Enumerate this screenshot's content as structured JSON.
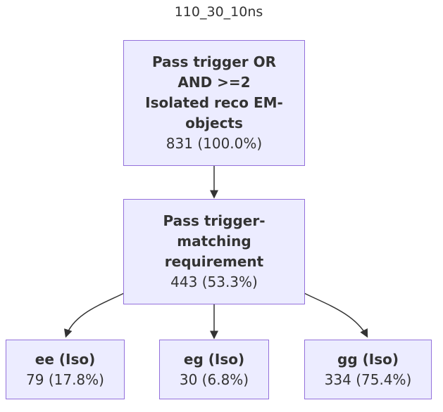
{
  "title": "110_30_10ns",
  "diagram_type": "flowchart",
  "colors": {
    "background": "#ffffff",
    "node_fill": "#ECECFF",
    "node_border": "#9370DB",
    "text": "#333333",
    "edge": "#333333"
  },
  "nodes": {
    "root": {
      "label_lines": [
        "Pass trigger OR",
        "AND >=2",
        "Isolated reco EM-",
        "objects"
      ],
      "label": "Pass trigger OR AND >=2 Isolated reco EM-objects",
      "count": "831 (100.0%)"
    },
    "matching": {
      "label_lines": [
        "Pass trigger-",
        "matching",
        "requirement"
      ],
      "label": "Pass trigger-matching requirement",
      "count": "443 (53.3%)"
    },
    "ee": {
      "label_lines": [
        "ee (Iso)"
      ],
      "label": "ee (Iso)",
      "count": "79 (17.8%)"
    },
    "eg": {
      "label_lines": [
        "eg (Iso)"
      ],
      "label": "eg (Iso)",
      "count": "30 (6.8%)"
    },
    "gg": {
      "label_lines": [
        "gg (Iso)"
      ],
      "label": "gg (Iso)",
      "count": "334 (75.4%)"
    }
  },
  "edges": [
    {
      "from": "root",
      "to": "matching"
    },
    {
      "from": "matching",
      "to": "ee"
    },
    {
      "from": "matching",
      "to": "eg"
    },
    {
      "from": "matching",
      "to": "gg"
    }
  ]
}
